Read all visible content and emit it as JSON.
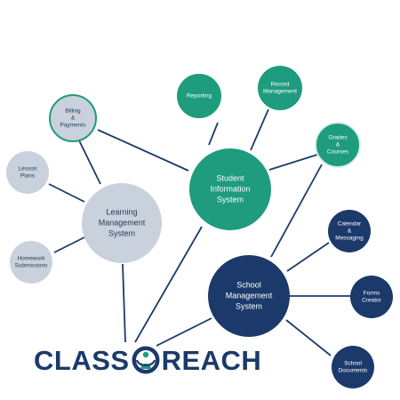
{
  "colors": {
    "green": "#1f9b7e",
    "navy": "#1b3a6b",
    "gray": "#c9d1dc",
    "line": "#1b3a6b",
    "dark_text": "#243b5a",
    "light_text": "#ffffff"
  },
  "nodes": {
    "sis": {
      "label": [
        "Student",
        "Information",
        "System"
      ]
    },
    "sms": {
      "label": [
        "School",
        "Management",
        "System"
      ]
    },
    "lms": {
      "label": [
        "Learning",
        "Management",
        "System"
      ]
    },
    "reporting": {
      "label": [
        "Reporting"
      ]
    },
    "record": {
      "label": [
        "Record",
        "Management"
      ]
    },
    "grades": {
      "label": [
        "Grades",
        "&",
        "Courses"
      ]
    },
    "billing": {
      "label": [
        "Billing",
        "&",
        "Payments"
      ]
    },
    "lesson": {
      "label": [
        "Lesson",
        "Plans"
      ]
    },
    "homework": {
      "label": [
        "Homework",
        "Submissions"
      ]
    },
    "calendar": {
      "label": [
        "Calendar",
        "&",
        "Messaging"
      ]
    },
    "forms": {
      "label": [
        "Forms",
        "Creator"
      ]
    },
    "documents": {
      "label": [
        "School",
        "Documents"
      ]
    }
  },
  "logo": {
    "left": "CLASS",
    "right": "REACH"
  }
}
